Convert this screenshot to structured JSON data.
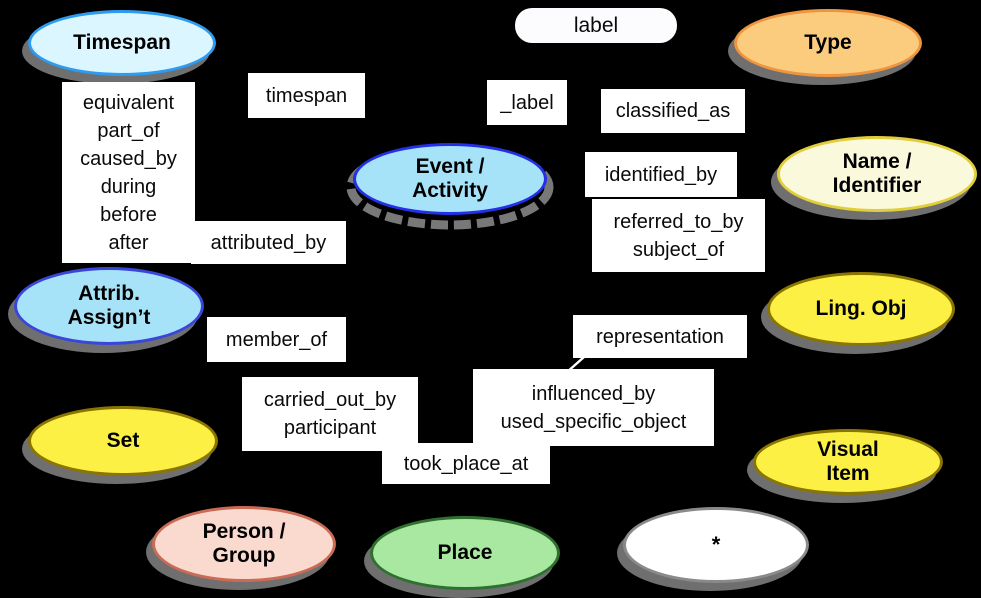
{
  "diagram": {
    "title": "Linked Art model overview diagram",
    "colors": {
      "background": "#000000",
      "box_background": "#ffffff",
      "text": "#000000",
      "shadow": "#6f6f6f"
    },
    "nodes": {
      "timespan": {
        "label": "Timespan",
        "fill": "#dbf6fe",
        "border": "#2e9af0"
      },
      "type": {
        "label": "Type",
        "fill": "#fbcc7e",
        "border": "#ef9540"
      },
      "event_activity": {
        "label": "Event /\nActivity",
        "fill": "#a7e3f8",
        "border": "#2330e8"
      },
      "name_identifier": {
        "label": "Name /\nIdentifier",
        "fill": "#fbf9dc",
        "border": "#e2ce3a"
      },
      "attrib_assignment": {
        "label": "Attrib.\nAssign’t",
        "fill": "#a7e3f8",
        "border": "#3a46d8"
      },
      "ling_obj": {
        "label": "Ling. Obj",
        "fill": "#fbf043",
        "border": "#8a7500"
      },
      "set": {
        "label": "Set",
        "fill": "#fbf043",
        "border": "#8a7500"
      },
      "visual_item": {
        "label": "Visual\nItem",
        "fill": "#fbf043",
        "border": "#8a7500"
      },
      "person_group": {
        "label": "Person /\nGroup",
        "fill": "#fad9cf",
        "border": "#c96b55"
      },
      "place": {
        "label": "Place",
        "fill": "#a8e8a0",
        "border": "#2f7030"
      },
      "star": {
        "label": "*",
        "fill": "#ffffff",
        "border": "#8a8a8a"
      }
    },
    "labels": {
      "label_pill": "label",
      "timespan": "timespan",
      "underscore_label": "_label",
      "classified_as": "classified_as",
      "timespan_props": "equivalent\npart_of\ncaused_by\nduring\nbefore\nafter",
      "identified_by": "identified_by",
      "referred_to_by": "referred_to_by\nsubject_of",
      "attributed_by": "attributed_by",
      "member_of": "member_of",
      "representation": "representation",
      "carried_out_by": "carried_out_by\nparticipant",
      "influenced_by": "influenced_by\nused_specific_object",
      "took_place_at": "took_place_at"
    }
  }
}
